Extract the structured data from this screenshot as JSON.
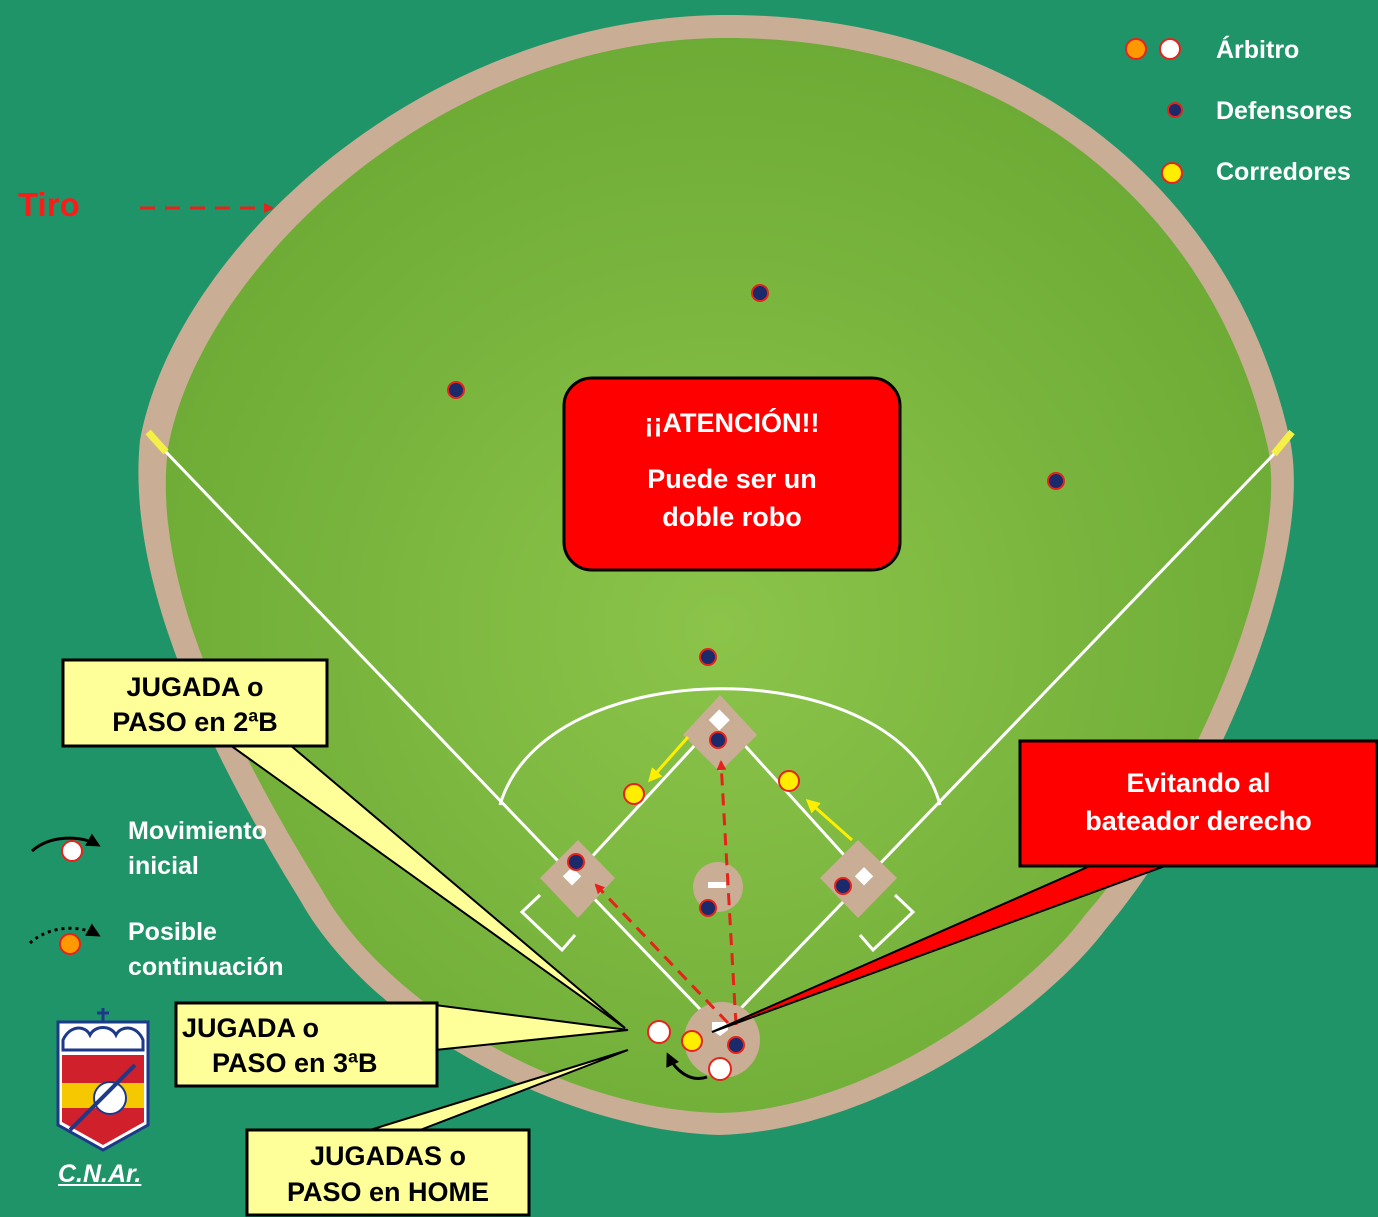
{
  "legend": {
    "arbitro": "Árbitro",
    "defensores": "Defensores",
    "corredores": "Corredores"
  },
  "throw_label": "Tiro",
  "movement_legend": {
    "initial_line1": "Movimiento",
    "initial_line2": "inicial",
    "continuation_line1": "Posible",
    "continuation_line2": "continuación"
  },
  "alert": {
    "title": "¡¡ATENCIÓN!!",
    "line1": "Puede ser un",
    "line2": "doble robo"
  },
  "callouts": {
    "second_base_line1": "JUGADA o",
    "second_base_line2": "PASO en 2ªB",
    "third_base_line1": "JUGADA o",
    "third_base_line2": "PASO en 3ªB",
    "home_line1": "JUGADAS o",
    "home_line2": "PASO en HOME",
    "avoiding_line1": "Evitando al",
    "avoiding_line2": "bateador derecho"
  },
  "logo": {
    "caption": "C.N.Ar."
  },
  "colors": {
    "background": "#1f9468",
    "grass": "#79b83c",
    "dirt": "#c9ad94",
    "defender": "#1b2a6b",
    "runner": "#ffee00",
    "umpire_orange": "#ff9900",
    "throw": "#e8221a",
    "callout_yellow": "#ffff99",
    "alert_red": "#ff0000"
  }
}
